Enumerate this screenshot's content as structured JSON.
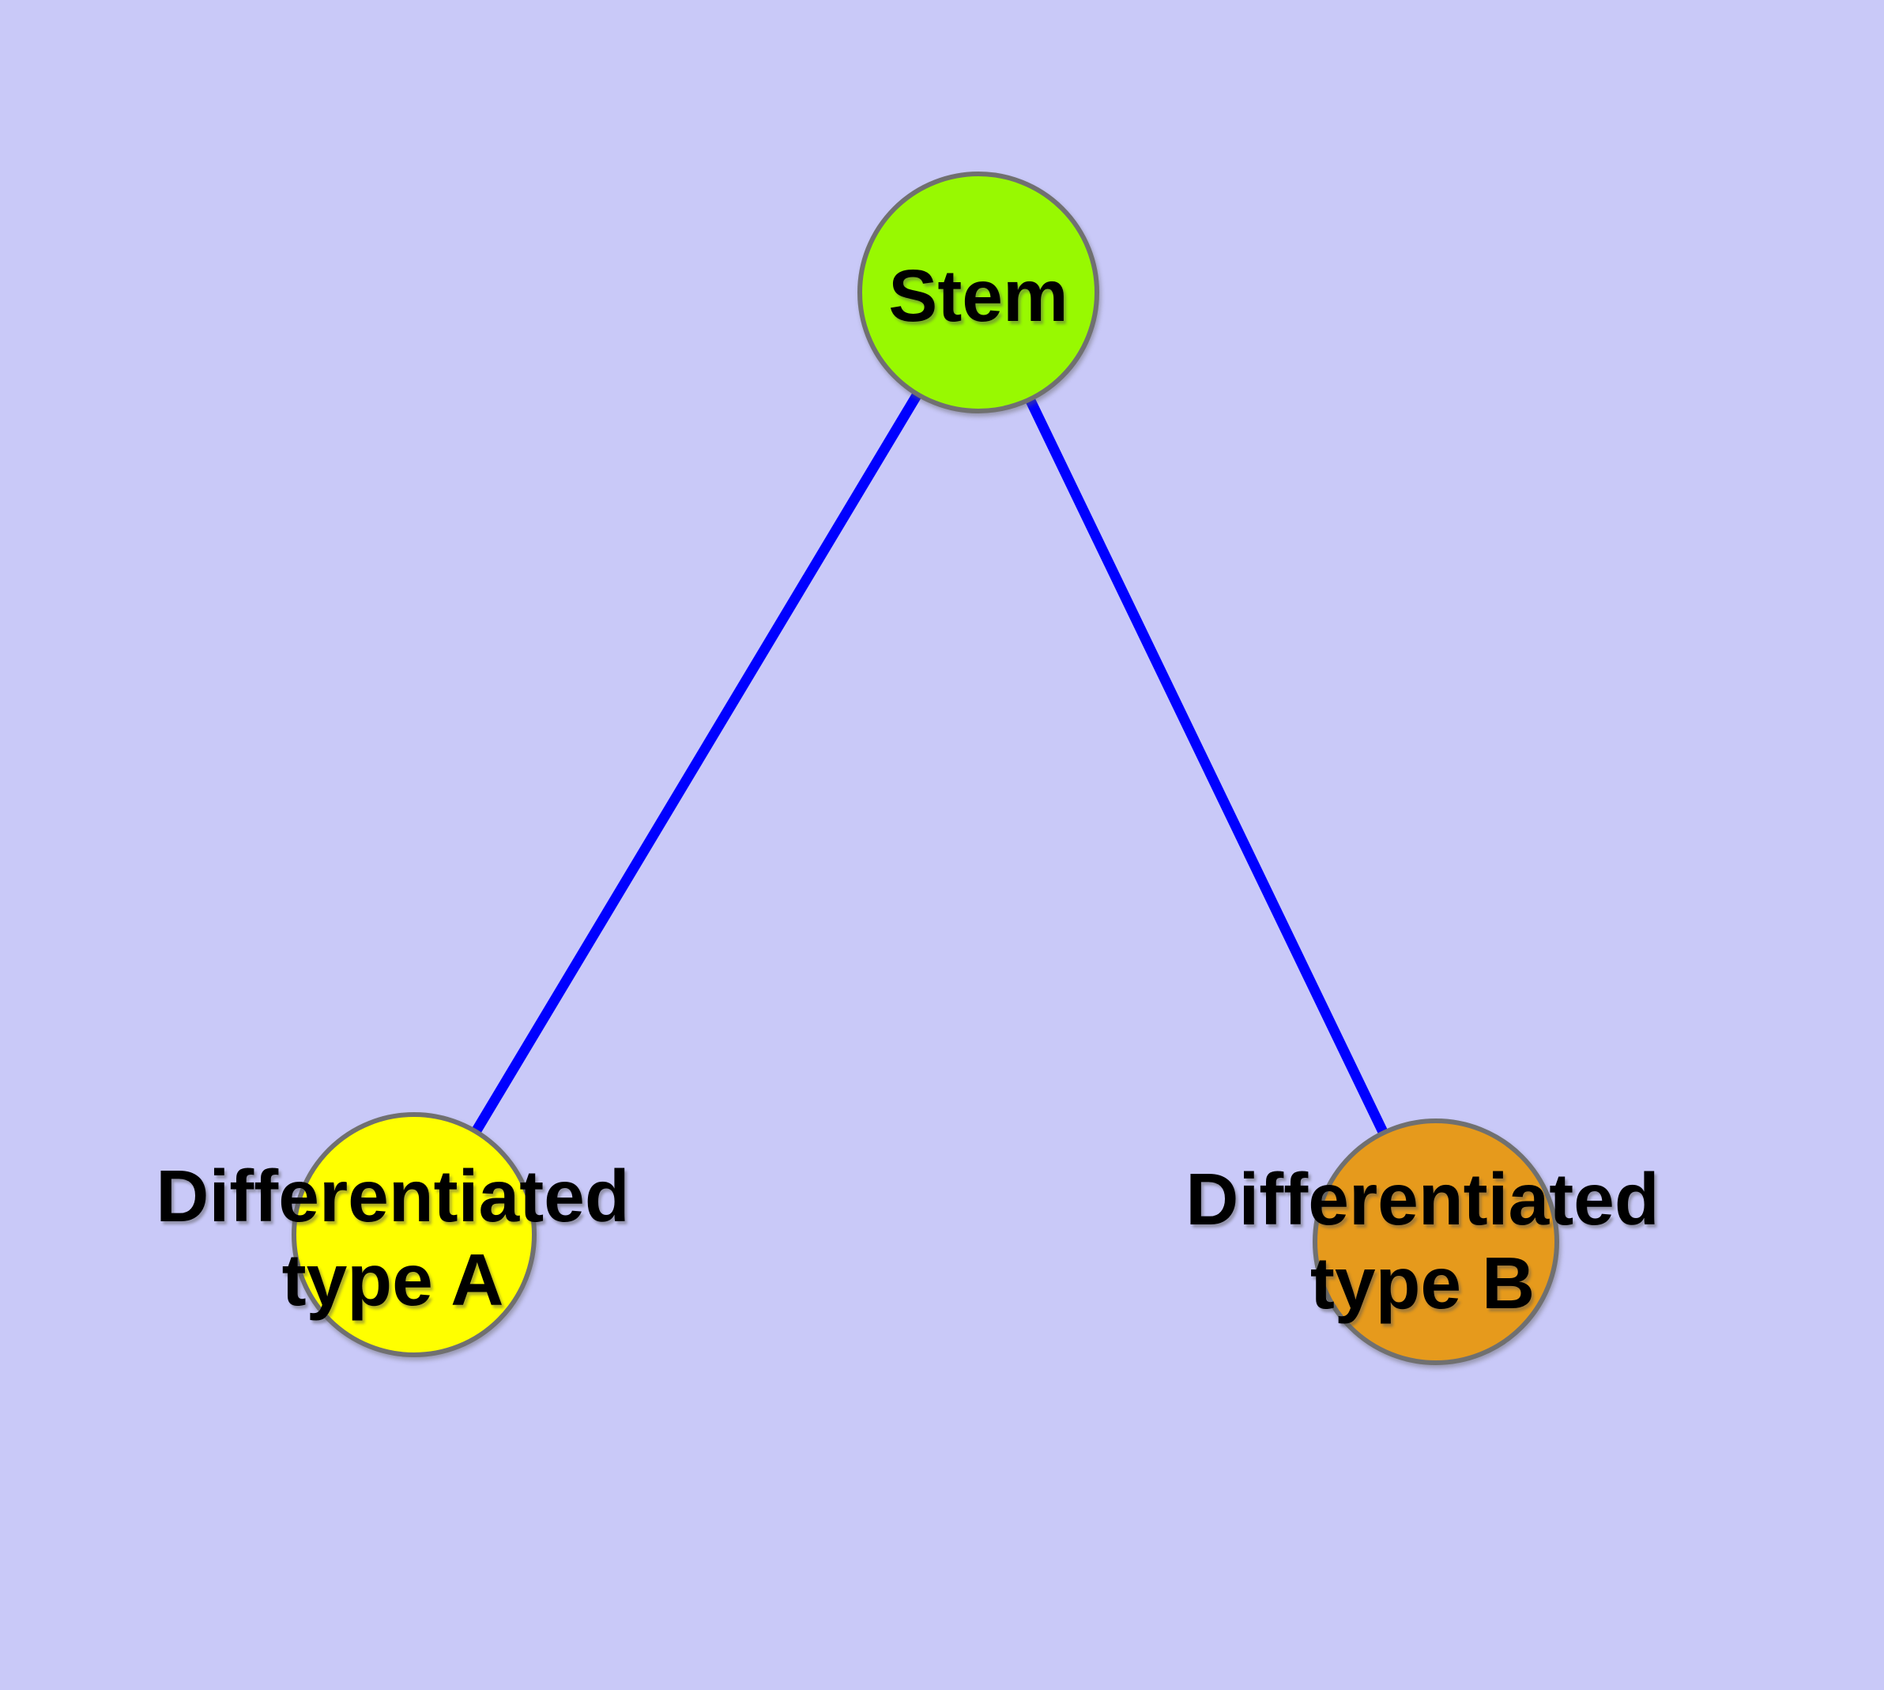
{
  "diagram": {
    "kind": "node-edge-graph",
    "background_color": "#C9C9F8",
    "edge_color": "#0000FF",
    "node_border_color": "#707070",
    "text_color": "#000000",
    "nodes": [
      {
        "id": "stem",
        "label": "Stem",
        "fill": "#98F901"
      },
      {
        "id": "type-a",
        "label_line1": "Differentiated",
        "label_line2": "type A",
        "fill": "#FFFF00"
      },
      {
        "id": "type-b",
        "label_line1": "Differentiated",
        "label_line2": "type B",
        "fill": "#E69A1C"
      }
    ],
    "edges": [
      {
        "from": "Stem",
        "to": "Differentiated type A"
      },
      {
        "from": "Stem",
        "to": "Differentiated type B"
      }
    ]
  }
}
